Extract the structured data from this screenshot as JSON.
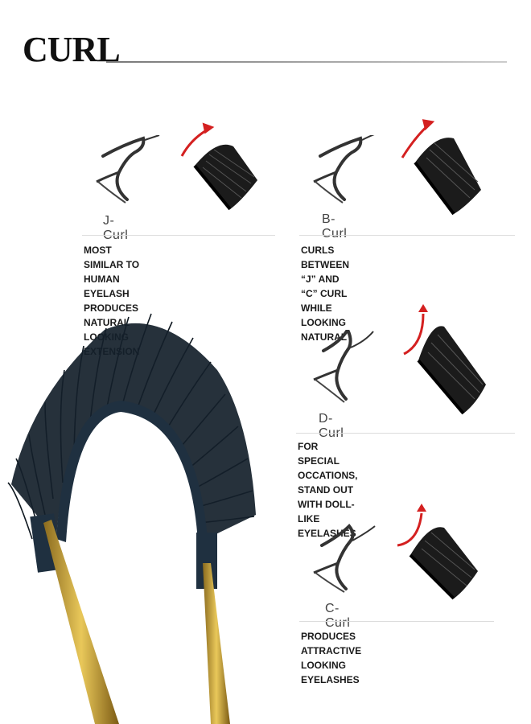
{
  "page": {
    "title": "CURL"
  },
  "curls": [
    {
      "id": "j",
      "label": "J-Curl",
      "desc": [
        "MOST SIMILAR TO HUMAN EYELASH",
        "PRODUCES NATURAL LOOKING EXTENSION"
      ]
    },
    {
      "id": "b",
      "label": "B-Curl",
      "desc": [
        "CURLS BETWEEN “J” AND “C” CURL",
        "WHILE LOOKING NATURAL"
      ]
    },
    {
      "id": "d",
      "label": "D-Curl",
      "desc": [
        "FOR SPECIAL OCCATIONS, STAND OUT",
        "WITH DOLL-LIKE EYELASHES"
      ]
    },
    {
      "id": "c",
      "label": "C-Curl",
      "desc": [
        "PRODUCES ATTRACTIVE LOOKING",
        "EYELASHES"
      ]
    }
  ],
  "colors": {
    "arrow": "#d42020",
    "lash": "#1b1b1b",
    "strip": "#1f3040",
    "tweezer": "#c9a23a"
  },
  "icons": {
    "eye": "eye-profile-icon",
    "arrow": "curl-arrow-icon",
    "lash": "lash-strip-icon"
  }
}
